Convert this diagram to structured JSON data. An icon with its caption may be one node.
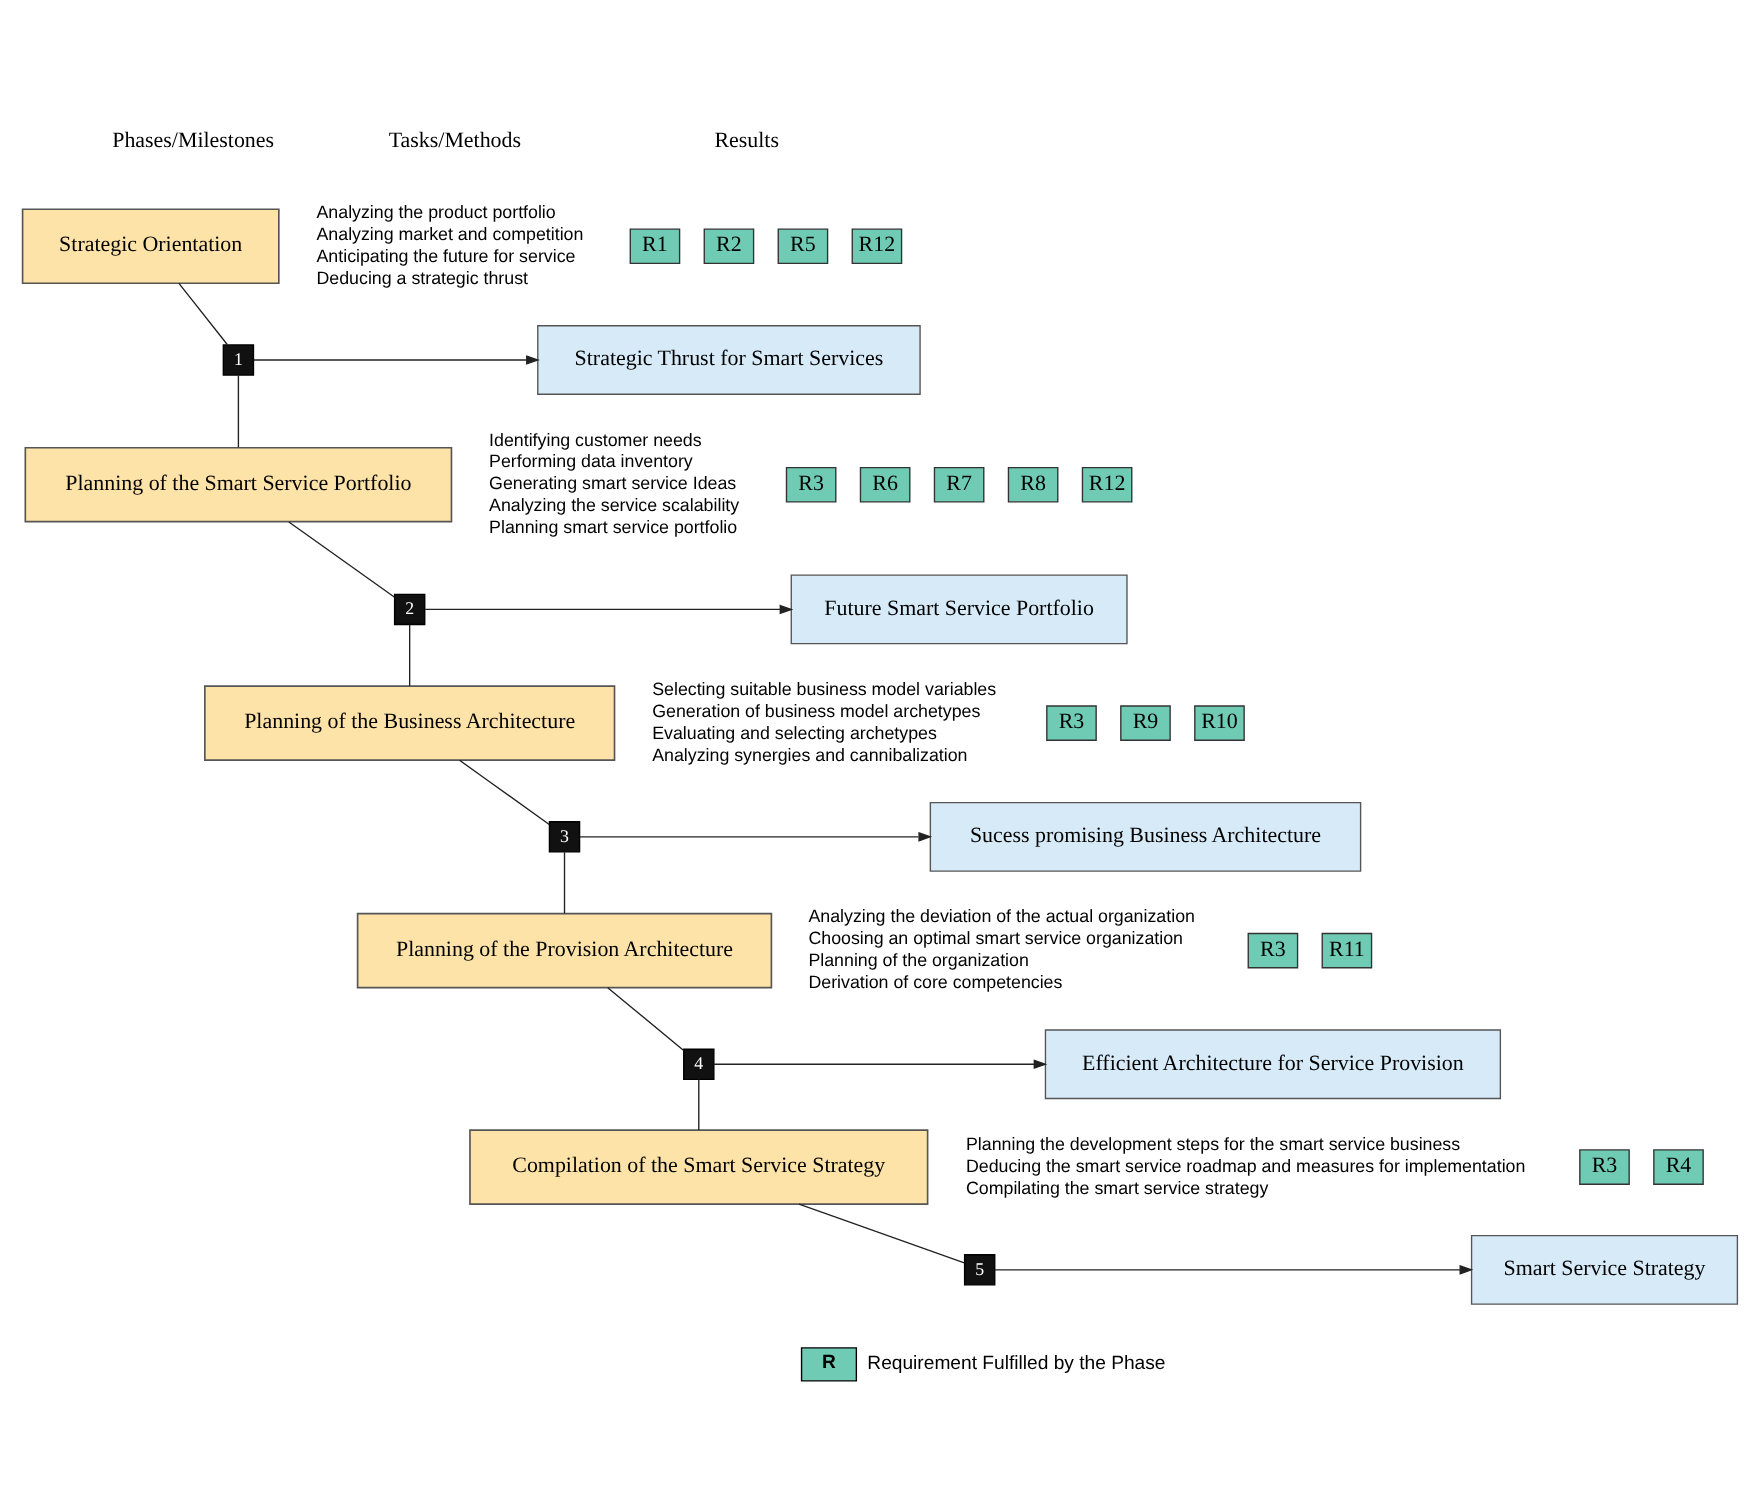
{
  "diagram": {
    "nodes": [
      {
        "text": [
          "Strategic Orientation"
        ],
        "beside": [
          "Analyzing the product portfolio",
          "Analyzing market and competition",
          "Anticipating the future for service",
          "Deducing a strategic thrust"
        ]
      },
      {
        "text": [
          "R1"
        ]
      },
      {
        "text": [
          "R2"
        ]
      },
      {
        "text": [
          "R5"
        ]
      },
      {
        "text": [
          "R12"
        ]
      },
      {
        "text": [
          "Strategic Thrust for Smart Services"
        ]
      },
      {
        "text": [
          "1"
        ]
      },
      {
        "text": [
          "Planning of the Smart Service Portfolio"
        ],
        "beside": [
          "Identifying customer needs",
          "Performing data inventory",
          "Generating smart service Ideas",
          "Analyzing the service scalability",
          "Planning smart service portfolio"
        ]
      },
      {
        "text": [
          "R3"
        ]
      },
      {
        "text": [
          "R6"
        ]
      },
      {
        "text": [
          "R7"
        ]
      },
      {
        "text": [
          "R8"
        ]
      },
      {
        "text": [
          "R12"
        ]
      },
      {
        "text": [
          "Future Smart Service Portfolio"
        ]
      },
      {
        "text": [
          "2"
        ]
      },
      {
        "text": [
          "Planning of the Business Architecture"
        ],
        "beside": [
          "Selecting suitable business model variables",
          "Generation of business model archetypes",
          "Evaluating and selecting archetypes",
          "Analyzing synergies and cannibalization"
        ]
      },
      {
        "text": [
          "R3"
        ]
      },
      {
        "text": [
          "R9"
        ]
      },
      {
        "text": [
          "R10"
        ]
      },
      {
        "text": [
          "Sucess promising Business Architecture"
        ]
      },
      {
        "text": [
          "3"
        ]
      },
      {
        "text": [
          "Planning of the Provision Architecture"
        ],
        "beside": [
          "Analyzing the deviation of the actual organization",
          "Choosing an optimal smart service organization",
          "Planning of the organization",
          "Derivation of core competencies"
        ]
      },
      {
        "text": [
          "R3"
        ]
      },
      {
        "text": [
          "R11"
        ]
      },
      {
        "text": [
          "Efficient Architecture for Service Provision"
        ]
      },
      {
        "text": [
          "4"
        ]
      },
      {
        "text": [
          "Compilation of the Smart Service Strategy"
        ],
        "beside": [
          "Planning the development steps for the smart service business",
          "Deducing the smart service roadmap and measures for implementation",
          "Compilating the smart service strategy"
        ]
      },
      {
        "text": [
          "R3"
        ]
      },
      {
        "text": [
          "R4"
        ]
      },
      {
        "text": [
          "Smart Service Strategy"
        ]
      },
      {
        "text": [
          "5"
        ]
      }
    ],
    "edges": [
      {
        "from": 0,
        "to": 6,
        "arrow": "none"
      },
      {
        "from": 6,
        "to": 5,
        "arrow": "to"
      },
      {
        "from": 6,
        "to": 7,
        "arrow": "none"
      },
      {
        "from": 7,
        "to": 14,
        "arrow": "none"
      },
      {
        "from": 14,
        "to": 13,
        "arrow": "to"
      },
      {
        "from": 14,
        "to": 15,
        "arrow": "none"
      },
      {
        "from": 15,
        "to": 20,
        "arrow": "none"
      },
      {
        "from": 20,
        "to": 19,
        "arrow": "to"
      },
      {
        "from": 20,
        "to": 21,
        "arrow": "none"
      },
      {
        "from": 21,
        "to": 25,
        "arrow": "none"
      },
      {
        "from": 25,
        "to": 24,
        "arrow": "to"
      },
      {
        "from": 25,
        "to": 26,
        "arrow": "none"
      },
      {
        "from": 26,
        "to": 30,
        "arrow": "none"
      },
      {
        "from": 30,
        "to": 29,
        "arrow": "to"
      }
    ],
    "labels": [
      "Phases/Milestones",
      "Tasks/Methods",
      "Results",
      "R"
    ],
    "legend": [
      {
        "text": "Requirement Fulfilled by the Phase",
        "color": "#6fcbb4"
      }
    ]
  }
}
